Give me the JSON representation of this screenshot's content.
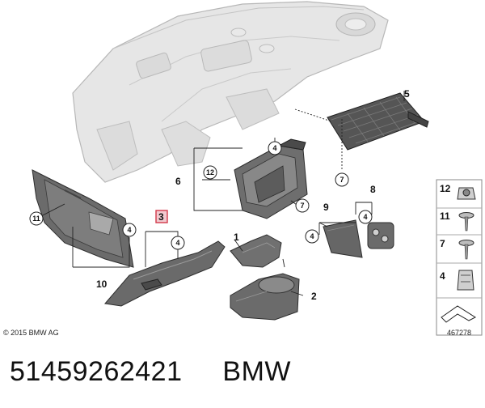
{
  "diagram": {
    "parts": [
      {
        "num": "1"
      },
      {
        "num": "2"
      },
      {
        "num": "3"
      },
      {
        "num": "4"
      },
      {
        "num": "5"
      },
      {
        "num": "6"
      },
      {
        "num": "7"
      },
      {
        "num": "8"
      },
      {
        "num": "9"
      },
      {
        "num": "10"
      },
      {
        "num": "11"
      },
      {
        "num": "12"
      }
    ],
    "legend": [
      {
        "num": "12"
      },
      {
        "num": "11"
      },
      {
        "num": "7"
      },
      {
        "num": "4"
      }
    ],
    "copyright": "© 2015 BMW AG",
    "image_id": "467278"
  },
  "caption": {
    "part_number": "51459262421",
    "brand": "BMW"
  },
  "colors": {
    "part_fill": "#6d6d6d",
    "part_dark": "#3a3a3a",
    "dashboard_fill": "#e4e4e4",
    "dashboard_stroke": "#b9b9b9",
    "highlight_box": "#d23a4a",
    "highlight_fill": "#f2c9cf"
  }
}
